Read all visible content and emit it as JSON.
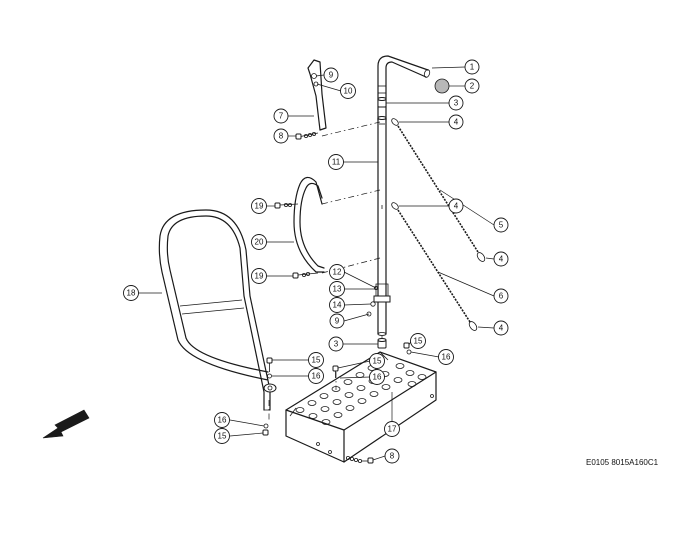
{
  "callouts": {
    "c1": "1",
    "c2": "2",
    "c3a": "3",
    "c3b": "3",
    "c4a": "4",
    "c4b": "4",
    "c4c": "4",
    "c4d": "4",
    "c5": "5",
    "c6": "6",
    "c7": "7",
    "c8a": "8",
    "c8b": "8",
    "c9a": "9",
    "c9b": "9",
    "c10": "10",
    "c11": "11",
    "c12": "12",
    "c13": "13",
    "c14": "14",
    "c15a": "15",
    "c15b": "15",
    "c15c": "15",
    "c15d": "15",
    "c16a": "16",
    "c16b": "16",
    "c16c": "16",
    "c16d": "16",
    "c17": "17",
    "c18": "18",
    "c19a": "19",
    "c19b": "19",
    "c20": "20"
  },
  "figure_code": "E0105 8015A160C1",
  "colors": {
    "line": "#1a1a1a",
    "knob_fill": "#b8b8b8",
    "background": "#ffffff"
  },
  "icons": {
    "direction": "front-direction-arrow-icon"
  }
}
